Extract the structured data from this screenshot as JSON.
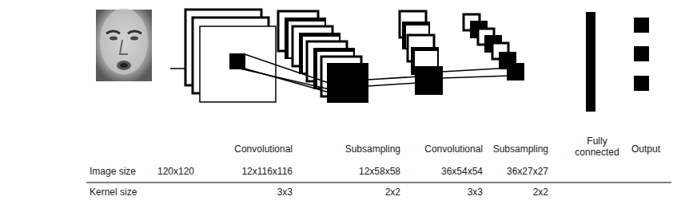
{
  "diagram": {
    "labels": [
      "Convolutional",
      "Subsampling",
      "Convolutional",
      "Subsampling",
      "Fully connected",
      "Output",
      "Image size",
      "120x120",
      "12x116x116",
      "12x58x58",
      "36x54x54",
      "36x27x27",
      "Kernel size",
      "3x3",
      "2x2",
      "3x3",
      "2x2"
    ]
  }
}
